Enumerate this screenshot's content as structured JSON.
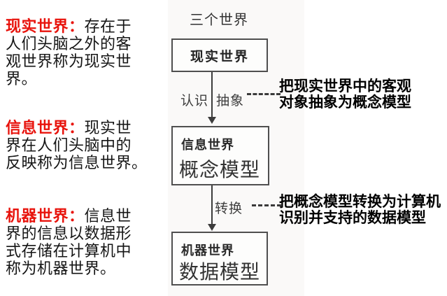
{
  "left_panel": {
    "accent_color": "#e8130c",
    "paragraphs": [
      {
        "term": "现实世界：",
        "first_line_rest": "存在于",
        "rest_lines": [
          "人们头脑之外的客",
          "观世界称为现实世",
          "界。"
        ]
      },
      {
        "term": "信息世界：",
        "first_line_rest": "现实世",
        "rest_lines": [
          "界在人们头脑中的",
          "反映称为信息世界。"
        ]
      },
      {
        "term": "机器世界：",
        "first_line_rest": "信息世",
        "rest_lines": [
          "界的信息以数据形",
          "式存储在计算机中",
          "称为机器世界。"
        ]
      }
    ]
  },
  "flowchart": {
    "title": "三个世界",
    "box_real_world": {
      "label": "现实世界"
    },
    "box_info_world": {
      "world": "信息世界",
      "model": "概念模型"
    },
    "box_machine_world": {
      "world": "机器世界",
      "model": "数据模型"
    },
    "arrow1": {
      "label_left": "认识",
      "label_right": "抽象"
    },
    "arrow2": {
      "label": "转换"
    },
    "annotations": [
      {
        "line1": "把现实世界中的客观",
        "line2": "对象抽象为概念模型"
      },
      {
        "line1": "把概念模型转换为计算机",
        "line2": "识别并支持的数据模型"
      }
    ]
  }
}
